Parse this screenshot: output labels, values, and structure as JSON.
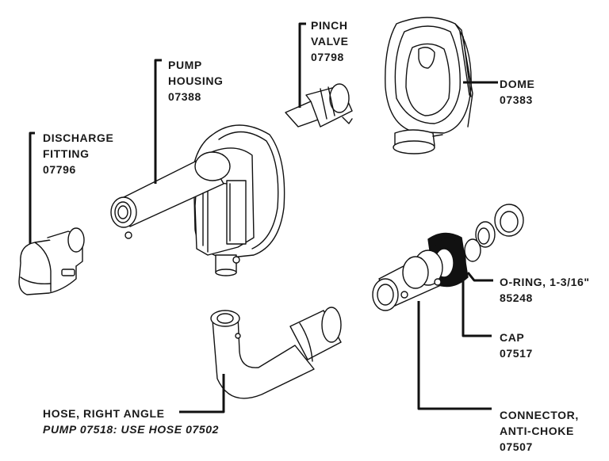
{
  "parts": {
    "discharge_fitting": {
      "name_1": "DISCHARGE",
      "name_2": "FITTING",
      "number": "07796"
    },
    "pump_housing": {
      "name_1": "PUMP",
      "name_2": "HOUSING",
      "number": "07388"
    },
    "pinch_valve": {
      "name_1": "PINCH",
      "name_2": "VALVE",
      "number": "07798"
    },
    "dome": {
      "name": "DOME",
      "number": "07383"
    },
    "o_ring": {
      "name": "O-RING, 1-3/16\"",
      "number": "85248"
    },
    "cap": {
      "name": "CAP",
      "number": "07517"
    },
    "connector": {
      "name_1": "CONNECTOR,",
      "name_2": "ANTI-CHOKE",
      "number": "07507"
    },
    "hose": {
      "name": "HOSE, RIGHT ANGLE",
      "note": "PUMP 07518: USE HOSE 07502"
    }
  }
}
